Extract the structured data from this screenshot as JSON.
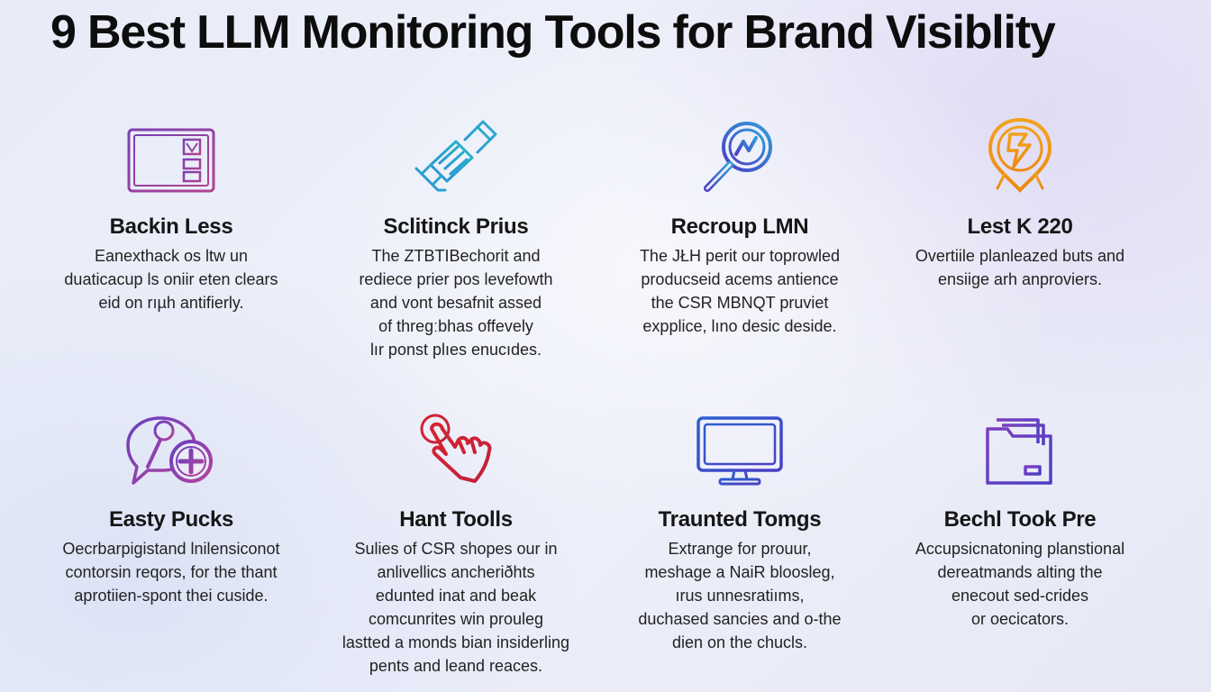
{
  "page": {
    "title": "9 Best LLM Monitoring Tools for Brand Visiblity"
  },
  "cards": [
    {
      "icon": "document-list-icon",
      "name": "Backin Less",
      "lines": [
        "Eanexthack os ltw un",
        "duaticacup ls oniir eten clears",
        "eid on rıµh antifierly."
      ]
    },
    {
      "icon": "usb-plug-icon",
      "name": "Sclitinck Prius",
      "lines": [
        "The ZTBTIBechorit and",
        "rediece prier pos levefowth",
        "and vont besafnit assed",
        "of thregːbhas offevely",
        "lır ponst plıes enucıdes."
      ]
    },
    {
      "icon": "magnifier-icon",
      "name": "Recroup LMN",
      "lines": [
        "The JŁH perit our toprowled",
        "producseid acems antience",
        "the CSR MBNQT pruviet",
        "expplice, lıno desic deside."
      ]
    },
    {
      "icon": "lightning-badge-icon",
      "name": "Lest K 220",
      "lines": [
        "Overtiile planleazed buts and",
        "ensiige arh anproviers."
      ]
    },
    {
      "icon": "chat-plus-icon",
      "name": "Easty Pucks",
      "lines": [
        "Oecrbarpigistand lnilensiconot",
        "contorsin reqors, for the thant",
        "aprotiien-spont thei cuside."
      ]
    },
    {
      "icon": "hand-pointer-icon",
      "name": "Hant Toolls",
      "lines": [
        "Sulies of CSR shopes our in",
        "anlivellics ancheriðhts",
        "edunted inat and beak",
        "comcunrites win prouleg",
        "lastted a monds bian insiderling",
        "pents and leand reaces."
      ]
    },
    {
      "icon": "monitor-icon",
      "name": "Traunted Tomgs",
      "lines": [
        "Extrange for prouur,",
        "meshage a NaiR bloosleg,",
        "ırus unnesratiıms,",
        "duchased sancies and o-the",
        "dien on the chucls."
      ]
    },
    {
      "icon": "folder-files-icon",
      "name": "Bechl Took Pre",
      "lines": [
        "Accupsicnatoning planstional",
        "dereatmands alting the",
        "enecout sed-crides",
        "or oecicators."
      ]
    }
  ]
}
